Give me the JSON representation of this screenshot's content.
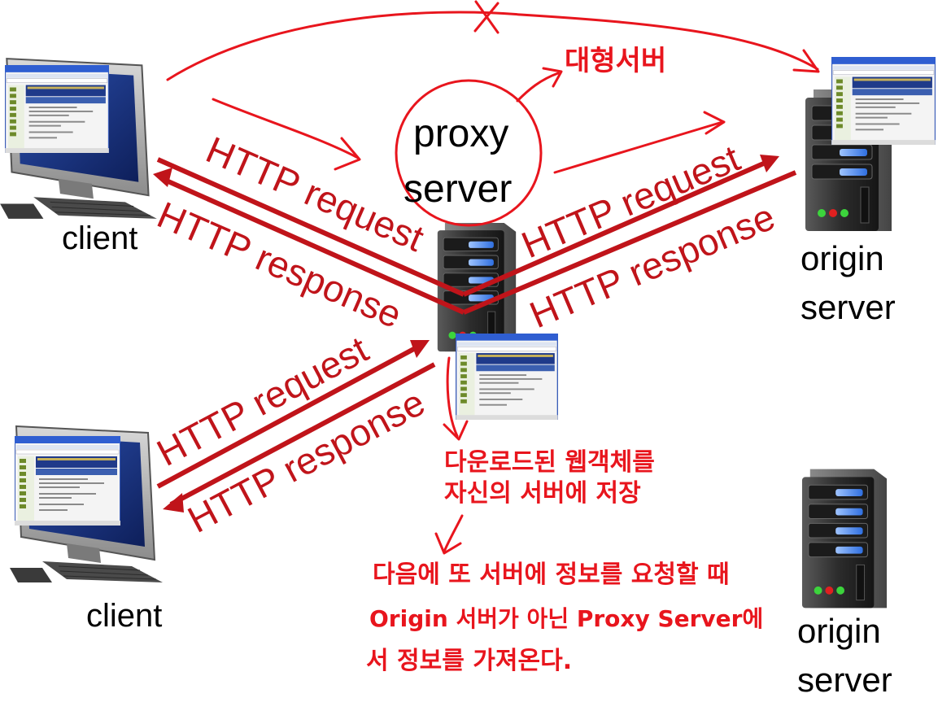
{
  "nodes": {
    "client_top": "client",
    "client_bottom": "client",
    "proxy_line1": "proxy",
    "proxy_line2": "server",
    "origin_top_line1": "origin",
    "origin_top_line2": "server",
    "origin_bottom_line1": "origin",
    "origin_bottom_line2": "server"
  },
  "edges": {
    "client_request": "HTTP request",
    "client_response": "HTTP response",
    "origin_request": "HTTP request",
    "origin_response": "HTTP response",
    "client2_request": "HTTP request",
    "client2_response": "HTTP response"
  },
  "annotations": {
    "big_server": "대형서버",
    "cache_line1": "다운로드된 웹객체를",
    "cache_line2": "자신의 서버에 저장",
    "next_line1": "다음에 또 서버에 정보를 요청할 때",
    "next_line2": "Origin 서버가 아닌 Proxy Server에",
    "next_line3": "서 정보를 가져온다."
  },
  "colors": {
    "arrow": "#c0141a",
    "handwriting": "#e8151d",
    "label": "#000000"
  },
  "icons": [
    "desktop-computer-icon",
    "server-tower-icon",
    "browser-window-icon"
  ]
}
